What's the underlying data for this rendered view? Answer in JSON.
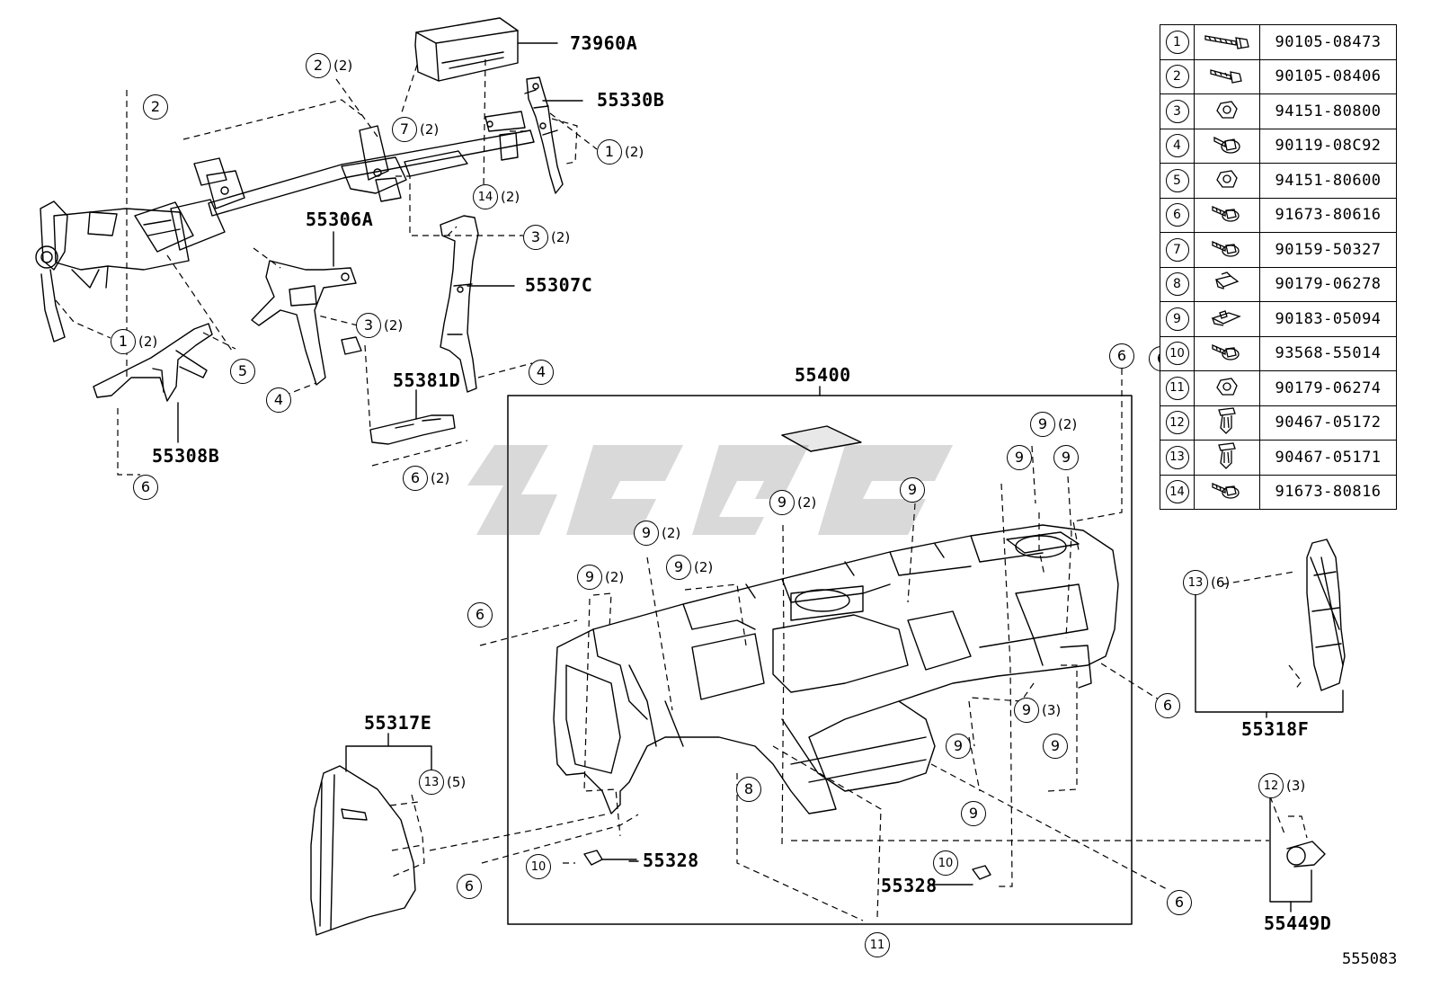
{
  "diagram_id": "555083",
  "part_numbers": {
    "p73960A": "73960A",
    "p55330B": "55330B",
    "p55306A": "55306A",
    "p55307C": "55307C",
    "p55381D": "55381D",
    "p55308B": "55308B",
    "p55400": "55400",
    "p55317E": "55317E",
    "p55318F": "55318F",
    "p55328a": "55328",
    "p55328b": "55328",
    "p55449D": "55449D"
  },
  "callouts": [
    {
      "num": "2",
      "qty": "(2)"
    },
    {
      "num": "2",
      "qty": ""
    },
    {
      "num": "7",
      "qty": "(2)"
    },
    {
      "num": "1",
      "qty": "(2)"
    },
    {
      "num": "14",
      "qty": "(2)"
    },
    {
      "num": "3",
      "qty": "(2)"
    },
    {
      "num": "3",
      "qty": "(2)"
    },
    {
      "num": "1",
      "qty": "(2)"
    },
    {
      "num": "5",
      "qty": ""
    },
    {
      "num": "4",
      "qty": ""
    },
    {
      "num": "4",
      "qty": ""
    },
    {
      "num": "6",
      "qty": "(2)"
    },
    {
      "num": "6",
      "qty": ""
    },
    {
      "num": "6",
      "qty": ""
    },
    {
      "num": "9",
      "qty": "(2)"
    },
    {
      "num": "9",
      "qty": ""
    },
    {
      "num": "9",
      "qty": ""
    },
    {
      "num": "9",
      "qty": ""
    },
    {
      "num": "9",
      "qty": "(2)"
    },
    {
      "num": "9",
      "qty": "(2)"
    },
    {
      "num": "9",
      "qty": "(2)"
    },
    {
      "num": "9",
      "qty": "(2)"
    },
    {
      "num": "6",
      "qty": ""
    },
    {
      "num": "6",
      "qty": ""
    },
    {
      "num": "9",
      "qty": "(3)"
    },
    {
      "num": "9",
      "qty": ""
    },
    {
      "num": "9",
      "qty": ""
    },
    {
      "num": "8",
      "qty": ""
    },
    {
      "num": "9",
      "qty": ""
    },
    {
      "num": "13",
      "qty": "(5)"
    },
    {
      "num": "13",
      "qty": "(6)"
    },
    {
      "num": "12",
      "qty": "(3)"
    },
    {
      "num": "10",
      "qty": ""
    },
    {
      "num": "10",
      "qty": ""
    },
    {
      "num": "6",
      "qty": ""
    },
    {
      "num": "11",
      "qty": ""
    },
    {
      "num": "6",
      "qty": ""
    },
    {
      "num": "6",
      "qty": ""
    }
  ],
  "fasteners": [
    {
      "idx": "1",
      "icon": "long-bolt-icon",
      "part": "90105-08473"
    },
    {
      "idx": "2",
      "icon": "bolt-icon",
      "part": "90105-08406"
    },
    {
      "idx": "3",
      "icon": "nut-icon",
      "part": "94151-80800"
    },
    {
      "idx": "4",
      "icon": "flange-bolt-icon",
      "part": "90119-08C92"
    },
    {
      "idx": "5",
      "icon": "nut-icon",
      "part": "94151-80600"
    },
    {
      "idx": "6",
      "icon": "screw-icon",
      "part": "91673-80616"
    },
    {
      "idx": "7",
      "icon": "screw-icon",
      "part": "90159-50327"
    },
    {
      "idx": "8",
      "icon": "clip-nut-icon",
      "part": "90179-06278"
    },
    {
      "idx": "9",
      "icon": "clip-icon",
      "part": "90183-05094"
    },
    {
      "idx": "10",
      "icon": "screw-icon",
      "part": "93568-55014"
    },
    {
      "idx": "11",
      "icon": "nut-icon",
      "part": "90179-06274"
    },
    {
      "idx": "12",
      "icon": "push-clip-icon",
      "part": "90467-05172"
    },
    {
      "idx": "13",
      "icon": "push-clip-icon",
      "part": "90467-05171"
    },
    {
      "idx": "14",
      "icon": "screw-icon",
      "part": "91673-80816"
    }
  ]
}
